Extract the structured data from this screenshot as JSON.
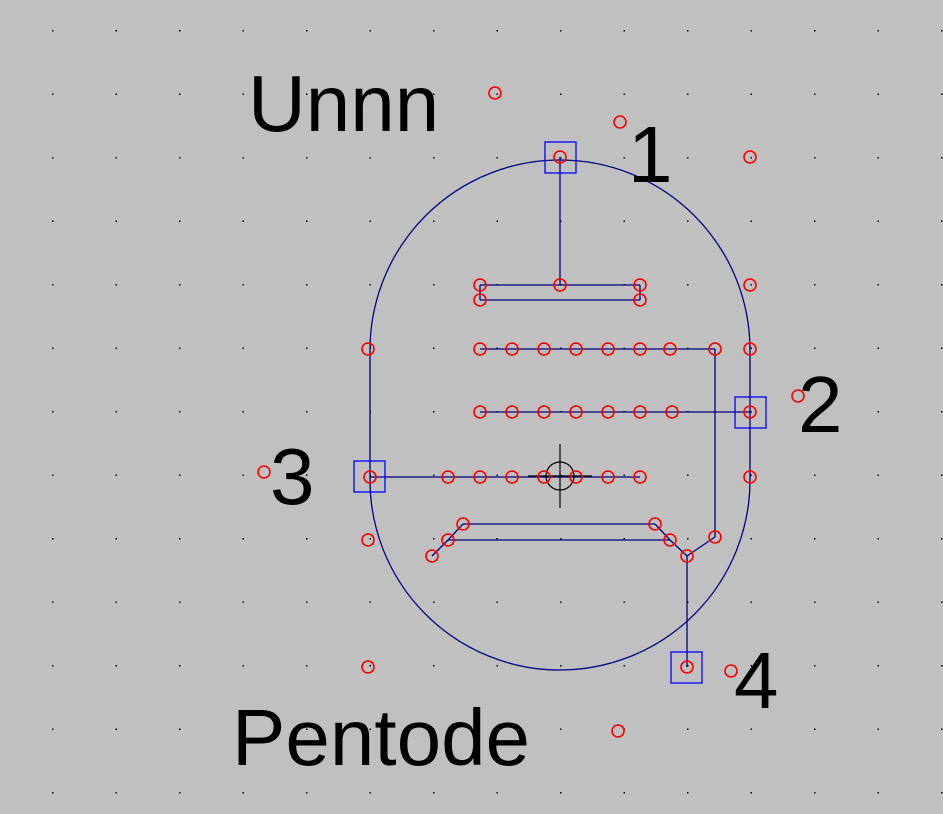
{
  "symbol": {
    "name_label": "Unnn",
    "type_label": "Pentode",
    "pins": [
      {
        "id": "pin-1",
        "number": "1"
      },
      {
        "id": "pin-2",
        "number": "2"
      },
      {
        "id": "pin-3",
        "number": "3"
      },
      {
        "id": "pin-4",
        "number": "4"
      }
    ]
  },
  "colors": {
    "background": "#c0c0c0",
    "grid_dot": "#000000",
    "wire": "#000080",
    "pin_box": "#0000ff",
    "connection_point": "#ff0000",
    "origin_marker": "#000000",
    "text": "#000000"
  }
}
